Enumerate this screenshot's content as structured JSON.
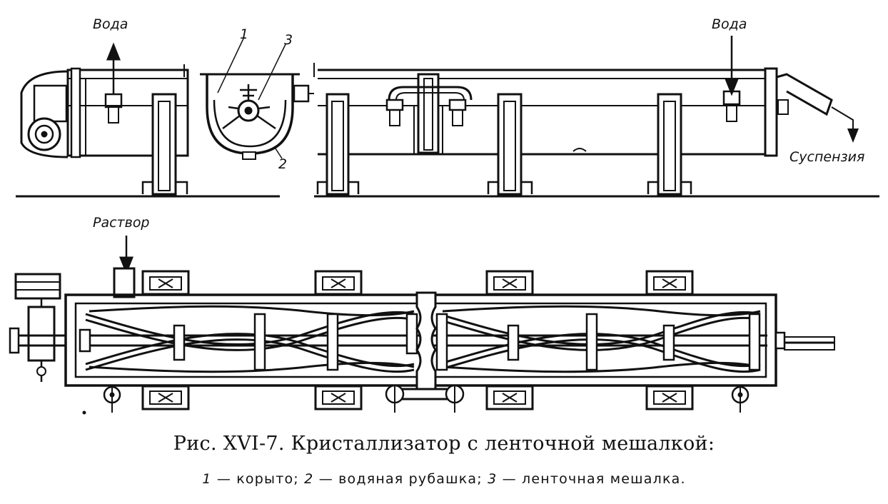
{
  "labels": {
    "water_left": "Вода",
    "water_right": "Вода",
    "suspension": "Суспензия",
    "solution": "Раствор",
    "callout_1": "1",
    "callout_2": "2",
    "callout_3": "3"
  },
  "caption": {
    "title": "Рис. XVI-7. Кристаллизатор с ленточной мешалкой:",
    "legend": [
      {
        "num": "1",
        "text": " — корыто; "
      },
      {
        "num": "2",
        "text": " — водяная рубашка; "
      },
      {
        "num": "3",
        "text": " — ленточная мешалка."
      }
    ]
  }
}
